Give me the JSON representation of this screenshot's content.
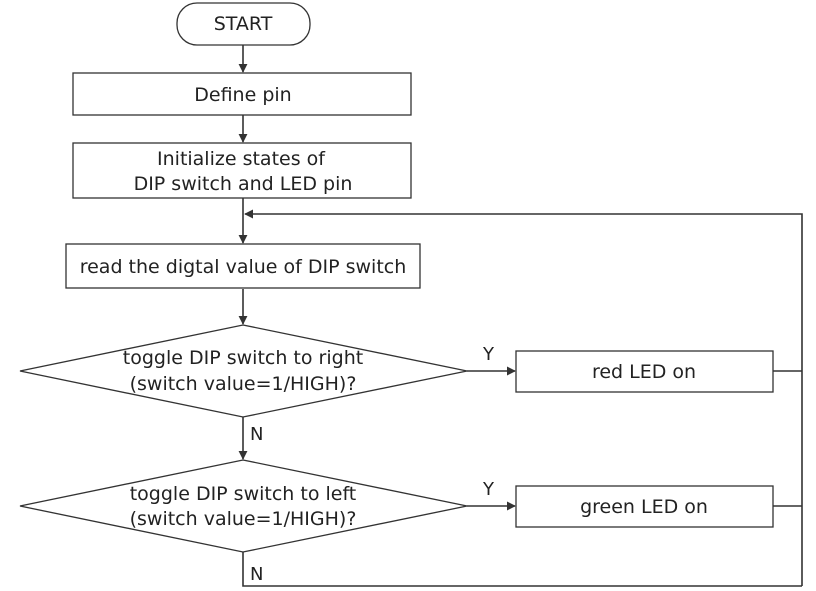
{
  "nodes": {
    "start": {
      "label": "START"
    },
    "define_pin": {
      "label": "Define pin"
    },
    "initialize": {
      "line1": "Initialize states of",
      "line2": "DIP switch and LED pin"
    },
    "read_value": {
      "label": "read the digtal value of DIP switch"
    },
    "decision_right": {
      "line1": "toggle DIP switch to right",
      "line2": "(switch value=1/HIGH)?"
    },
    "red_led": {
      "label": "red LED on"
    },
    "decision_left": {
      "line1": "toggle DIP switch to left",
      "line2": "(switch value=1/HIGH)?"
    },
    "green_led": {
      "label": "green LED on"
    }
  },
  "edges": {
    "right_yes": "Y",
    "right_no": "N",
    "left_yes": "Y",
    "left_no": "N"
  },
  "colors": {
    "stroke": "#333333",
    "text": "#222222",
    "background": "#ffffff"
  }
}
